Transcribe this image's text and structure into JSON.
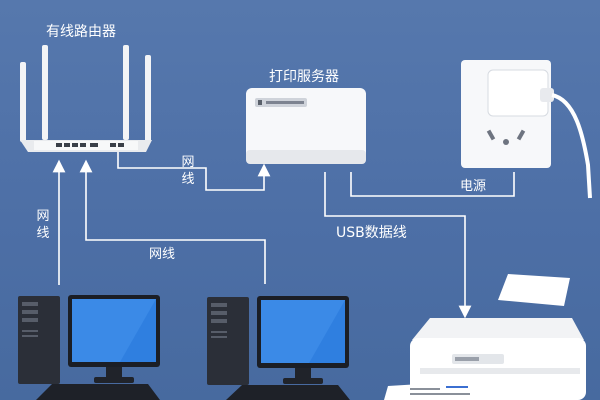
{
  "labels": {
    "router": "有线路由器",
    "print_server": "打印服务器",
    "power": "电源",
    "usb_cable": "USB数据线",
    "cable_server": "网线",
    "cable_pc1": "网线",
    "cable_pc2": "网线"
  },
  "colors": {
    "background": "#4f72a8",
    "line": "#ffffff",
    "device": "#f4f5f7",
    "monitor_screen": "#2f7fe0"
  }
}
